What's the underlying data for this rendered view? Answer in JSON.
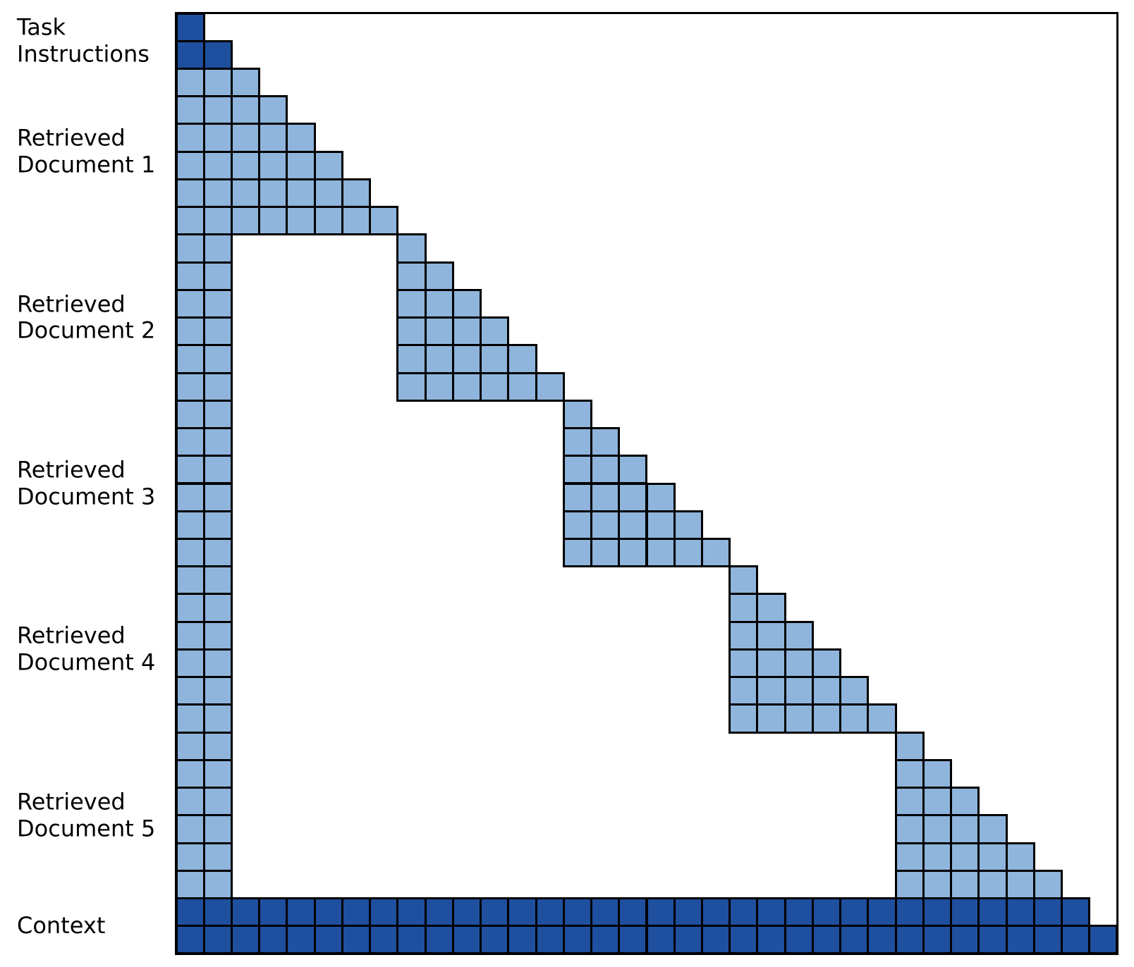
{
  "figure": {
    "type": "attention-mask-diagram",
    "grid": {
      "rows": 34,
      "cols": 34
    },
    "colors": {
      "dark_blue": "#1f509f",
      "light_blue": "#8fb5dc",
      "cell_border": "#000000",
      "frame_border": "#000000",
      "background": "#ffffff",
      "label_text": "#000000"
    },
    "blocks": [
      {
        "id": "task-instructions",
        "label": "Task\nInstructions",
        "rows": [
          1,
          2
        ],
        "diag_start_col": 1,
        "prefix_cols": null,
        "color": "dark_blue"
      },
      {
        "id": "retrieved-document-1",
        "label": "Retrieved\nDocument 1",
        "rows": [
          3,
          8
        ],
        "diag_start_col": 3,
        "prefix_cols": [
          1,
          2
        ],
        "color": "light_blue"
      },
      {
        "id": "retrieved-document-2",
        "label": "Retrieved\nDocument 2",
        "rows": [
          9,
          14
        ],
        "diag_start_col": 9,
        "prefix_cols": [
          1,
          2
        ],
        "color": "light_blue"
      },
      {
        "id": "retrieved-document-3",
        "label": "Retrieved\nDocument 3",
        "rows": [
          15,
          20
        ],
        "diag_start_col": 15,
        "prefix_cols": [
          1,
          2
        ],
        "color": "light_blue"
      },
      {
        "id": "retrieved-document-4",
        "label": "Retrieved\nDocument 4",
        "rows": [
          21,
          26
        ],
        "diag_start_col": 21,
        "prefix_cols": [
          1,
          2
        ],
        "color": "light_blue"
      },
      {
        "id": "retrieved-document-5",
        "label": "Retrieved\nDocument 5",
        "rows": [
          27,
          32
        ],
        "diag_start_col": 27,
        "prefix_cols": [
          1,
          2
        ],
        "color": "light_blue"
      },
      {
        "id": "context",
        "label": "Context",
        "rows": [
          33,
          34
        ],
        "diag_start_col": 33,
        "prefix_cols": [
          1,
          32
        ],
        "color": "dark_blue"
      }
    ]
  }
}
